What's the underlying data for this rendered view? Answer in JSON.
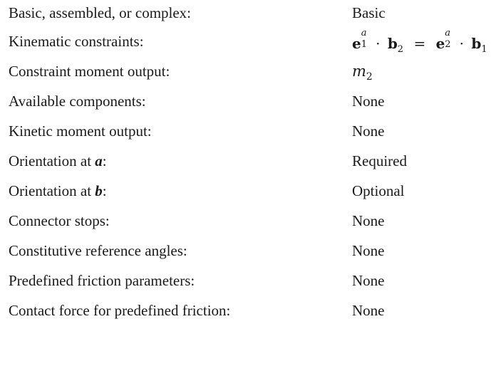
{
  "properties": [
    {
      "label": "Basic, assembled, or complex:",
      "value": "Basic"
    },
    {
      "label": "Kinematic constraints:",
      "value_math": {
        "lhs_vec": "e",
        "lhs_sup": "a",
        "lhs_sub": "1",
        "dot": "·",
        "lhs_vec2": "b",
        "lhs_sub2": "2",
        "eq": "=",
        "rhs_vec": "e",
        "rhs_sup": "a",
        "rhs_sub": "2",
        "rhs_vec2": "b",
        "rhs_sub2": "1"
      }
    },
    {
      "label": "Constraint moment output:",
      "value_var": {
        "base": "m",
        "sub": "2"
      }
    },
    {
      "label": "Available components:",
      "value": "None"
    },
    {
      "label": "Kinetic moment output:",
      "value": "None"
    },
    {
      "label_prefix": "Orientation at ",
      "label_var": "a",
      "label_suffix": ":",
      "value": "Required"
    },
    {
      "label_prefix": "Orientation at ",
      "label_var": "b",
      "label_suffix": ":",
      "value": "Optional"
    },
    {
      "label": "Connector stops:",
      "value": "None"
    },
    {
      "label": "Constitutive reference angles:",
      "value": "None"
    },
    {
      "label": "Predefined friction parameters:",
      "value": "None"
    },
    {
      "label": "Contact force for predefined friction:",
      "value": "None"
    }
  ]
}
